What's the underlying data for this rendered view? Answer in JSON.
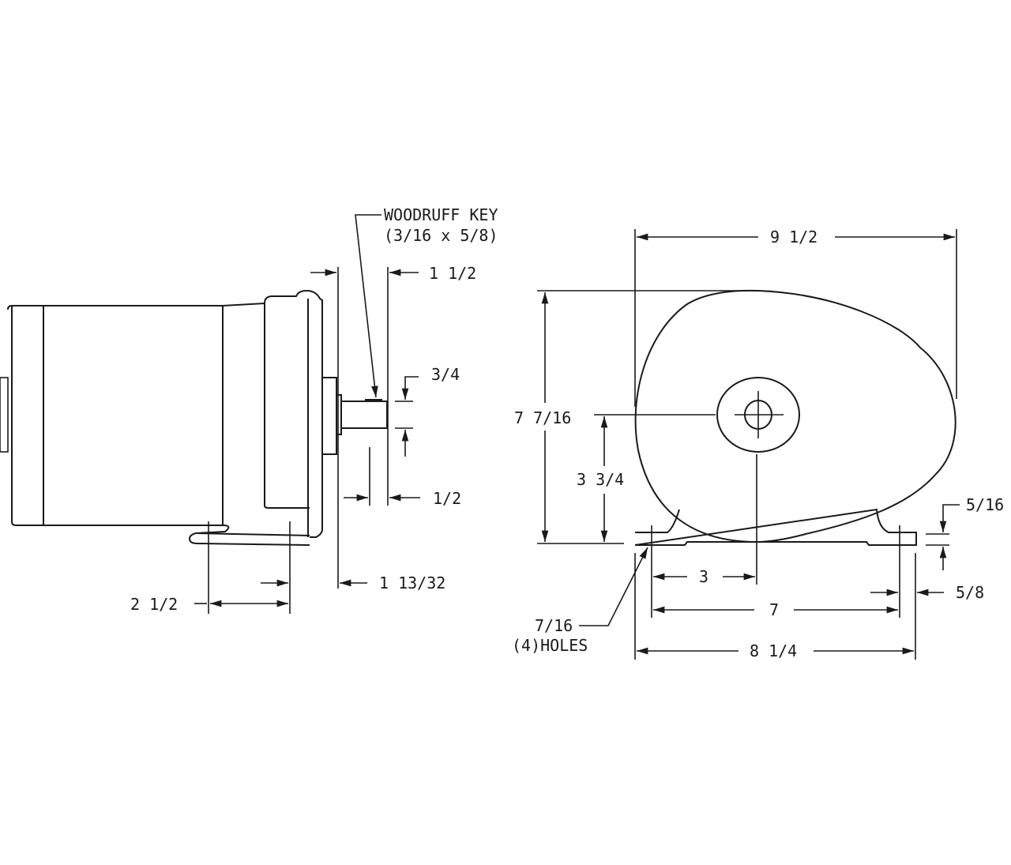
{
  "title": "Motor dimension drawing",
  "side_view": {
    "key_label_line1": "WOODRUFF KEY",
    "key_label_line2": "(3/16 x 5/8)",
    "dim_shaft_length": "1 1/2",
    "dim_shaft_diameter": "3/4",
    "dim_key_offset": "1/2",
    "dim_flange_to_shaft": "1 13/32",
    "dim_foot_holes": "2 1/2"
  },
  "end_view": {
    "dim_overall_width": "9 1/2",
    "dim_overall_height": "7 7/16",
    "dim_shaft_height": "3 3/4",
    "dim_center_to_hole": "3",
    "dim_hole_spacing": "7",
    "dim_base_width": "8 1/4",
    "dim_base_thickness": "5/16",
    "dim_hole_edge": "5/8",
    "holes_label_line1": "7/16",
    "holes_label_line2": "(4)HOLES"
  }
}
